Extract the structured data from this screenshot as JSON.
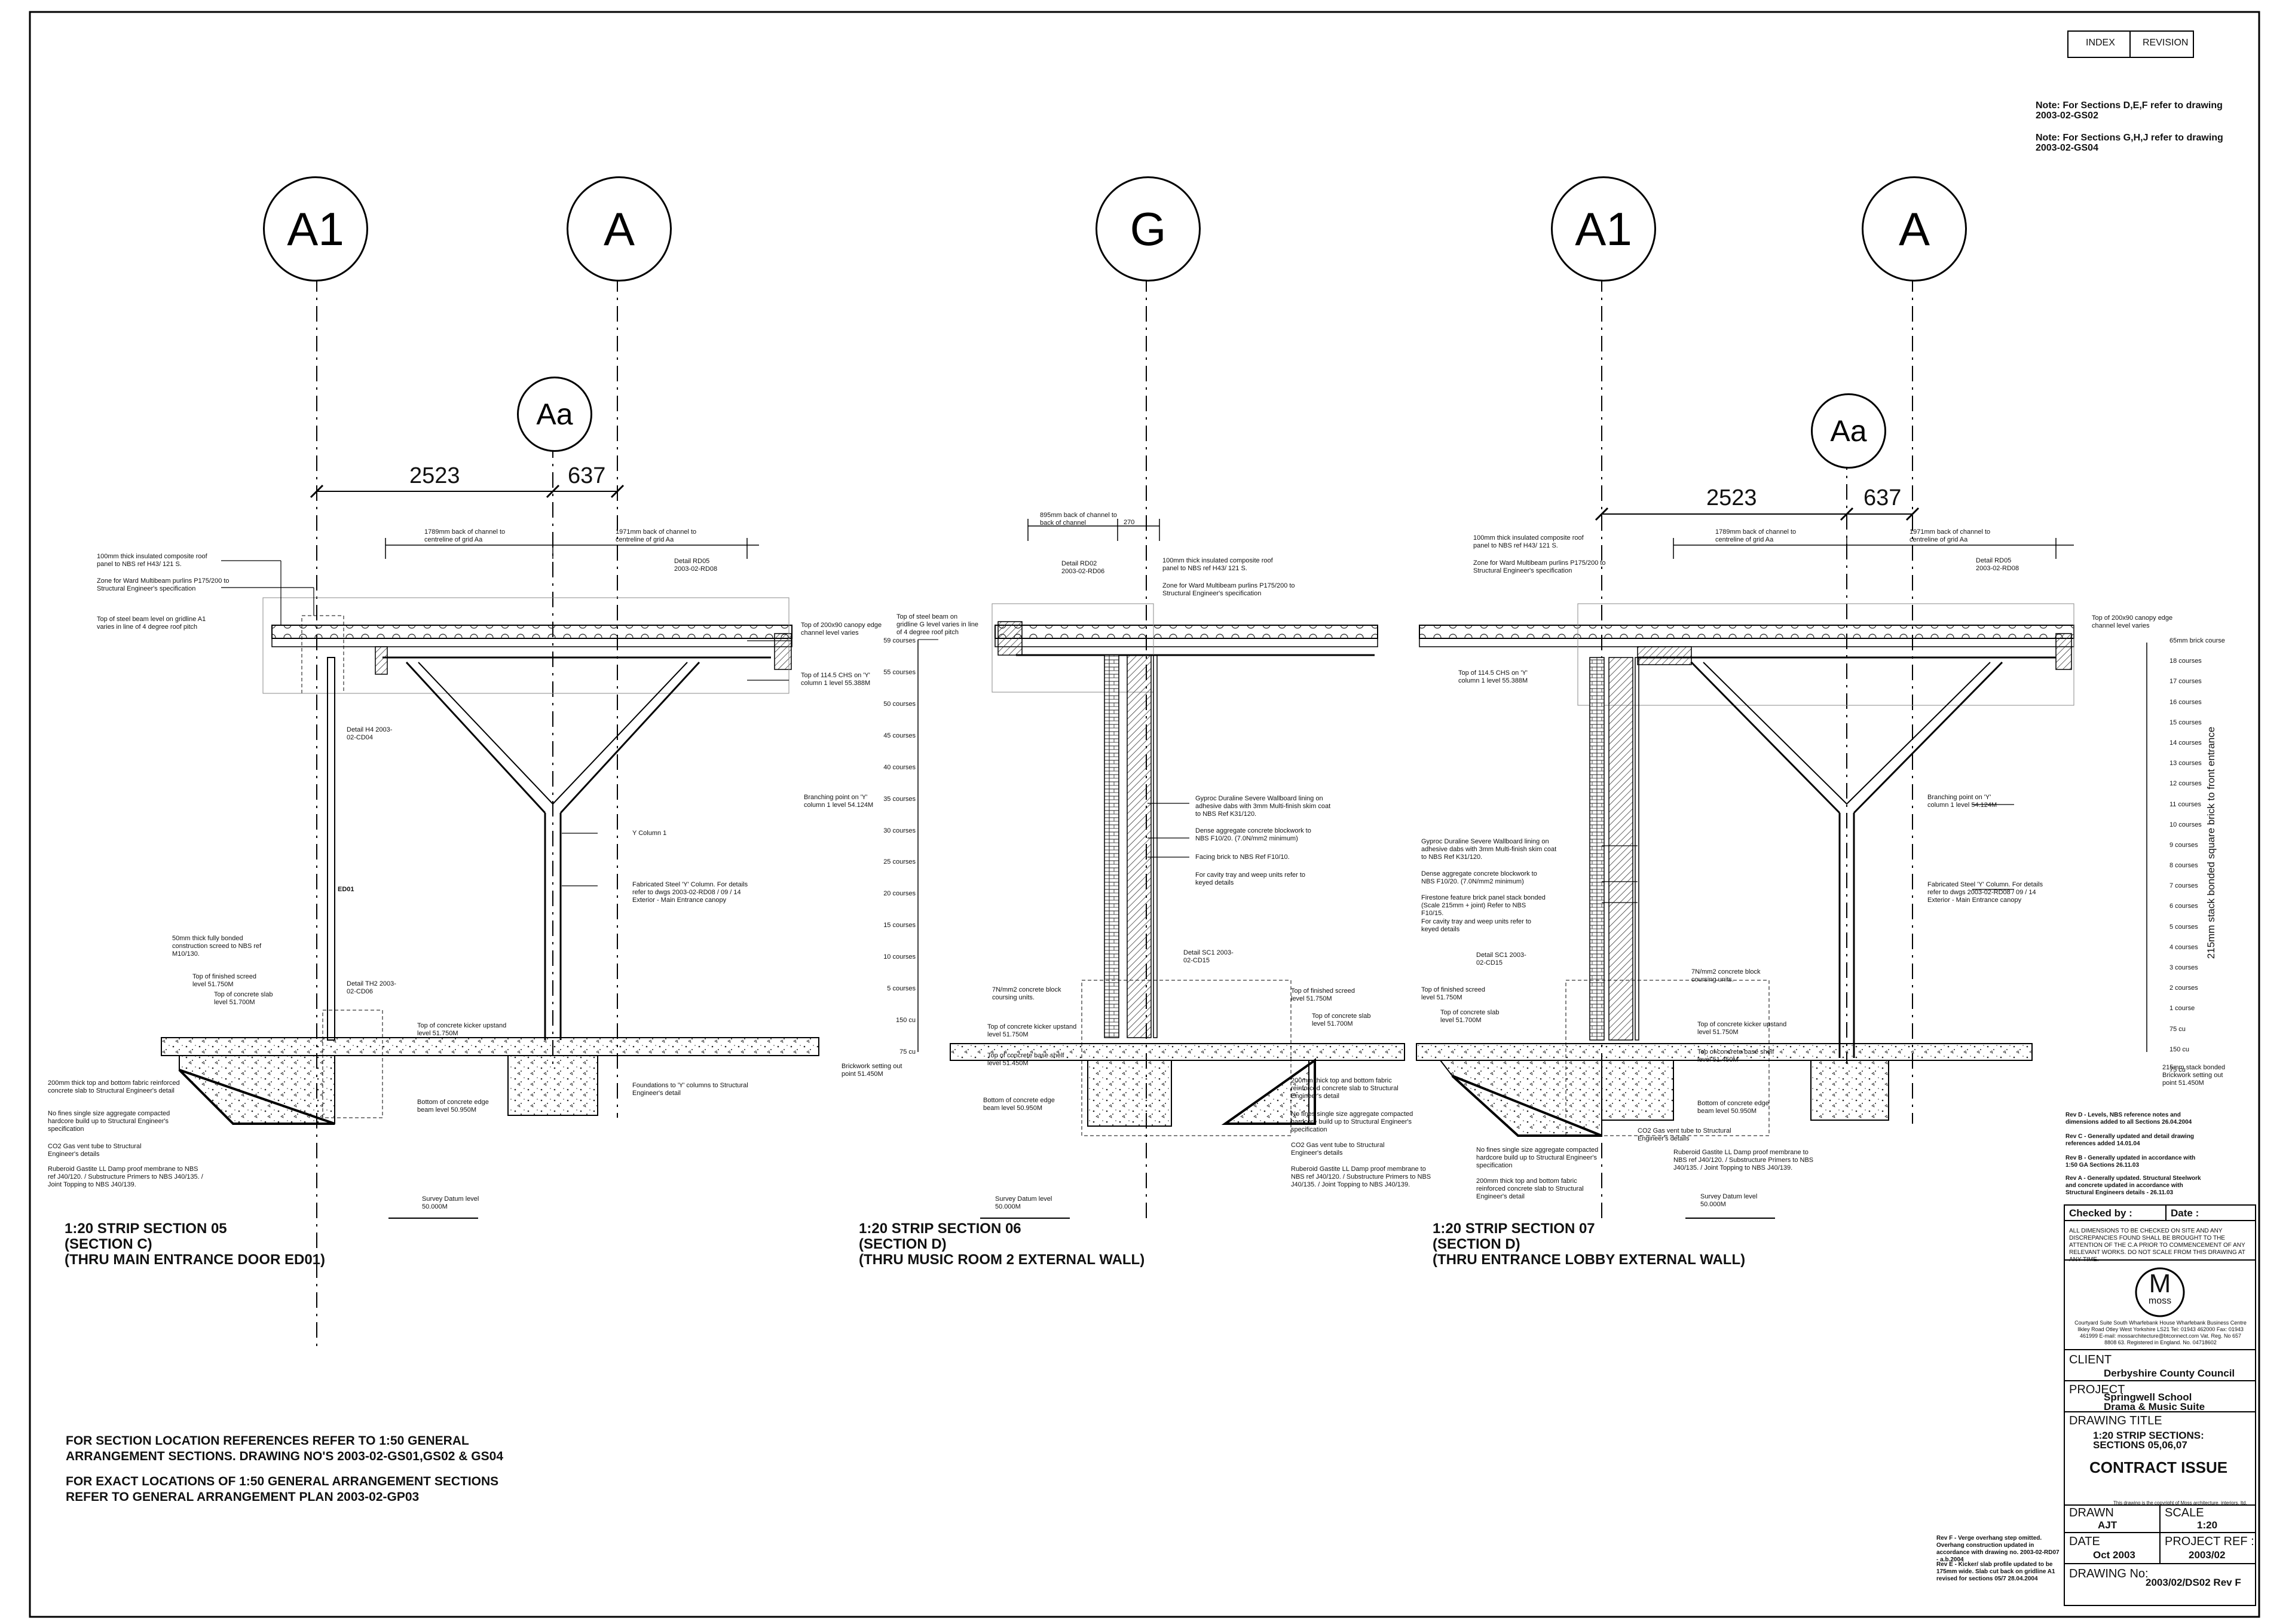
{
  "header": {
    "index_label": "INDEX",
    "revision_label": "REVISION",
    "note_1": "Note: For Sections D,E,F refer to drawing 2003-02-GS02",
    "note_2": "Note: For Sections G,H,J refer to drawing 2003-02-GS04"
  },
  "grid_bubbles": {
    "s05_a1": "A1",
    "s05_a": "A",
    "s05_aa": "Aa",
    "s06_g": "G",
    "s07_a1": "A1",
    "s07_a": "A",
    "s07_aa": "Aa"
  },
  "dimensions": {
    "s05_2523": "2523",
    "s05_637": "637",
    "s07_2523": "2523",
    "s07_637": "637",
    "s05_back_channel_a": "1789mm back of channel to centreline of grid Aa",
    "s05_back_channel_b": "1971mm back of channel to centreline of grid Aa",
    "s06_back_channel": "895mm back of channel to back of channel",
    "s06_270": "270",
    "s07_back_channel_a": "1789mm back of channel to centreline of grid Aa",
    "s07_back_channel_b": "1971mm back of channel to centreline of grid Aa"
  },
  "section05": {
    "title_1": "1:20 STRIP SECTION 05",
    "title_2": "(SECTION C)",
    "title_3": "(THRU MAIN ENTRANCE DOOR ED01)",
    "n_roof_panel": "100mm thick insulated composite roof panel to NBS ref H43/ 121 S.",
    "n_purlins": "Zone for Ward Multibeam purlins P175/200 to Structural Engineer's specification",
    "n_steel_beam": "Top of steel beam level on gridline A1 varies in line of 4 degree roof pitch",
    "n_canopy_edge": "Top of 200x90 canopy edge channel level varies",
    "n_chs": "Top of 114.5 CHS on 'Y' column 1 level 55.388M",
    "n_detail_rd05": "Detail RD05 2003-02-RD08",
    "n_detail_h4": "Detail H4 2003-02-CD04",
    "n_branching": "Branching point on 'Y' column 1 level 54.124M",
    "n_y_column": "Y Column 1",
    "n_fabricated": "Fabricated Steel 'Y' Column. For details refer to dwgs 2003-02-RD08 / 09 / 14 Exterior - Main Entrance canopy",
    "n_ed01": "ED01",
    "n_screed": "50mm thick fully bonded construction screed to NBS ref M10/130.",
    "n_finished_screed": "Top of finished screed level 51.750M",
    "n_top_slab": "Top of concrete slab level 51.700M",
    "n_detail_th2": "Detail TH2 2003-02-CD06",
    "n_kicker": "Top of concrete kicker upstand level 51.750M",
    "n_200mm_slab": "200mm thick top and bottom fabric reinforced concrete slab to Structural Engineer's detail",
    "n_no_fines": "No fines single size aggregate compacted hardcore build up to Structural Engineer's specification",
    "n_co2": "CO2 Gas vent tube to Structural Engineer's details",
    "n_ruberoid": "Ruberoid Gastite LL Damp proof membrane to NBS ref J40/120. / Substructure Primers to NBS J40/135. / Joint Topping to NBS J40/139.",
    "n_bottom_edge": "Bottom of concrete edge beam level 50.950M",
    "n_foundations": "Foundations to 'Y' columns to Structural Engineer's detail",
    "n_survey": "Survey Datum level 50.000M"
  },
  "section06": {
    "title_1": "1:20 STRIP SECTION 06",
    "title_2": "(SECTION D)",
    "title_3": "(THRU MUSIC ROOM 2 EXTERNAL WALL)",
    "n_detail_rd02": "Detail RD02 2003-02-RD06",
    "n_steel_beam_g": "Top of steel beam on gridline G level varies in line of 4 degree roof pitch",
    "n_roof_panel": "100mm thick insulated composite roof panel to NBS ref H43/ 121 S.",
    "n_purlins": "Zone for Ward Multibeam purlins P175/200 to Structural Engineer's specification",
    "n_gyproc": "Gyproc Duraline Severe Wallboard lining on adhesive dabs with 3mm Multi-finish skim coat to NBS Ref K31/120.",
    "n_dense": "Dense aggregate concrete blockwork to NBS F10/20. (7.0N/mm2 minimum)",
    "n_facing": "Facing brick to NBS Ref F10/10.",
    "n_cavity": "For cavity tray and weep units refer to keyed details",
    "n_detail_sc1": "Detail SC1 2003-02-CD15",
    "n_7n_block": "7N/mm2 concrete block coursing units.",
    "n_kicker": "Top of concrete kicker upstand level 51.750M",
    "n_base": "Top of concrete base shelf level 51.450M",
    "n_finished_screed": "Top of finished screed level 51.750M",
    "n_top_slab": "Top of concrete slab level 51.700M",
    "n_200mm_slab": "200mm thick top and bottom fabric reinforced concrete slab to Structural Engineer's detail",
    "n_no_fines": "No fines single size aggregate compacted hardcore build up to Structural Engineer's specification",
    "n_co2": "CO2 Gas vent tube to Structural Engineer's details",
    "n_ruberoid": "Ruberoid Gastite LL Damp proof membrane to NBS ref J40/120. / Substructure Primers to NBS J40/135. / Joint Topping to NBS J40/139.",
    "n_bottom_edge": "Bottom of concrete edge beam level 50.950M",
    "n_brickwork": "Brickwork setting out point 51.450M",
    "n_survey": "Survey Datum level 50.000M",
    "courses": [
      "59 courses",
      "55 courses",
      "50 courses",
      "45 courses",
      "40 courses",
      "35 courses",
      "30 courses",
      "25 courses",
      "20 courses",
      "15 courses",
      "10 courses",
      "5 courses",
      "150 cu",
      "75 cu"
    ]
  },
  "section07": {
    "title_1": "1:20 STRIP SECTION 07",
    "title_2": "(SECTION D)",
    "title_3": "(THRU ENTRANCE LOBBY EXTERNAL WALL)",
    "n_roof_panel": "100mm thick insulated composite roof panel to NBS ref H43/ 121 S.",
    "n_purlins": "Zone for Ward Multibeam purlins P175/200 to Structural Engineer's specification",
    "n_detail_rd05": "Detail RD05 2003-02-RD08",
    "n_canopy_edge": "Top of 200x90 canopy edge channel level varies",
    "n_chs": "Top of 114.5 CHS on 'Y' column 1 level 55.388M",
    "n_branching": "Branching point on 'Y' column 1 level 54.124M",
    "n_gyproc": "Gyproc Duraline Severe Wallboard lining on adhesive dabs with 3mm Multi-finish skim coat to NBS Ref K31/120.",
    "n_dense": "Dense aggregate concrete blockwork to NBS F10/20. (7.0N/mm2 minimum)",
    "n_firestone": "Firestone feature brick panel stack bonded (Scale 215mm + joint) Refer to NBS F10/15.",
    "n_cavity": "For cavity tray and weep units refer to keyed details",
    "n_fabricated": "Fabricated Steel 'Y' Column. For details refer to dwgs 2003-02-RD08 / 09 / 14 Exterior - Main Entrance canopy",
    "n_detail_sc1": "Detail SC1 2003-02-CD15",
    "n_7n_block": "7N/mm2 concrete block coursing units.",
    "n_finished_screed": "Top of finished screed level 51.750M",
    "n_top_slab": "Top of concrete slab level 51.700M",
    "n_kicker": "Top of concrete kicker upstand level 51.750M",
    "n_base": "Top of concrete base shelf level 51.450M",
    "n_bottom_edge": "Bottom of concrete edge beam level 50.950M",
    "n_co2": "CO2 Gas vent tube to Structural Engineer's details",
    "n_no_fines": "No fines single size aggregate compacted hardcore build up to Structural Engineer's specification",
    "n_ruberoid": "Ruberoid Gastite LL Damp proof membrane to NBS ref J40/120. / Substructure Primers to NBS J40/135. / Joint Topping to NBS J40/139.",
    "n_200mm_slab": "200mm thick top and bottom fabric reinforced concrete slab to Structural Engineer's detail",
    "n_survey": "Survey Datum level 50.000M",
    "n_stack_bonded": "215mm stack bonded square brick to front entrance",
    "n_setting_out": "215mm stack bonded Brickwork setting out point 51.450M",
    "courses": [
      "65mm brick course",
      "18 courses",
      "17 courses",
      "16 courses",
      "15 courses",
      "14 courses",
      "13 courses",
      "12 courses",
      "11 courses",
      "10 courses",
      "9 courses",
      "8 courses",
      "7 courses",
      "6 courses",
      "5 courses",
      "4 courses",
      "3 courses",
      "2 courses",
      "1 course",
      "75 cu",
      "150 cu",
      "75 cu"
    ]
  },
  "general_notes": {
    "line_1": "FOR SECTION LOCATION REFERENCES REFER TO 1:50 GENERAL",
    "line_2": "ARRANGEMENT SECTIONS. DRAWING NO'S 2003-02-GS01,GS02 & GS04",
    "line_3": "FOR EXACT LOCATIONS OF 1:50 GENERAL ARRANGEMENT SECTIONS",
    "line_4": "REFER TO GENERAL ARRANGEMENT PLAN 2003-02-GP03"
  },
  "revisions": {
    "rev_d": "Rev D - Levels, NBS reference notes and dimensions added to all Sections 26.04.2004",
    "rev_c": "Rev C - Generally updated and detail drawing references added 14.01.04",
    "rev_b": "Rev B - Generally updated in accordance with 1:50 GA Sections 26.11.03",
    "rev_a": "Rev A - Generally updated. Structural Steelwork and concrete updated in accordance with Structural Engineers details - 26.11.03",
    "rev_f": "Rev F - Verge overhang step omitted. Overhang construction updated in accordance with drawing no. 2003-02-RD07 - a.b.2004",
    "rev_e": "Rev E - Kicker/ slab profile updated to be 175mm wide. Slab cut back on gridline A1 revised for sections 05/7 28.04.2004"
  },
  "title_block": {
    "checked_by": "Checked by :",
    "date_label": "Date :",
    "disclaimer": "ALL DIMENSIONS TO BE CHECKED ON SITE AND ANY DISCREPANCIES FOUND SHALL BE BROUGHT TO THE ATTENTION OF THE C.A PRIOR TO COMMENCEMENT OF ANY RELEVANT WORKS. DO NOT SCALE FROM THIS DRAWING AT ANY TIME.",
    "logo_letter": "M",
    "logo_name": "moss",
    "address": "Courtyard Suite South Wharfebank House Wharfebank Business Centre Ilkley Road Otley West Yorkshire LS21 Tel: 01943 462000 Fax: 01943 461999 E-mail: mossarchitecture@btconnect.com Vat. Reg. No 657 8808 63. Registered in England. No. 04718602",
    "client_label": "CLIENT",
    "client_value": "Derbyshire County Council",
    "project_label": "PROJECT",
    "project_value_1": "Springwell School",
    "project_value_2": "Drama & Music Suite",
    "drawing_title_label": "DRAWING TITLE",
    "drawing_title_1": "1:20 STRIP SECTIONS:",
    "drawing_title_2": "SECTIONS 05,06,07",
    "contract_issue": "CONTRACT ISSUE",
    "copyright": "This drawing is the copyright of Moss architecture, interiors, ltd.",
    "drawn_label": "DRAWN",
    "drawn_value": "AJT",
    "scale_label": "SCALE",
    "scale_value": "1:20",
    "date_title": "DATE",
    "date_value": "Oct 2003",
    "project_ref_label": "PROJECT REF :",
    "project_ref_value": "2003/02",
    "drawing_no_label": "DRAWING No:",
    "drawing_no_value": "2003/02/DS02 Rev F"
  }
}
